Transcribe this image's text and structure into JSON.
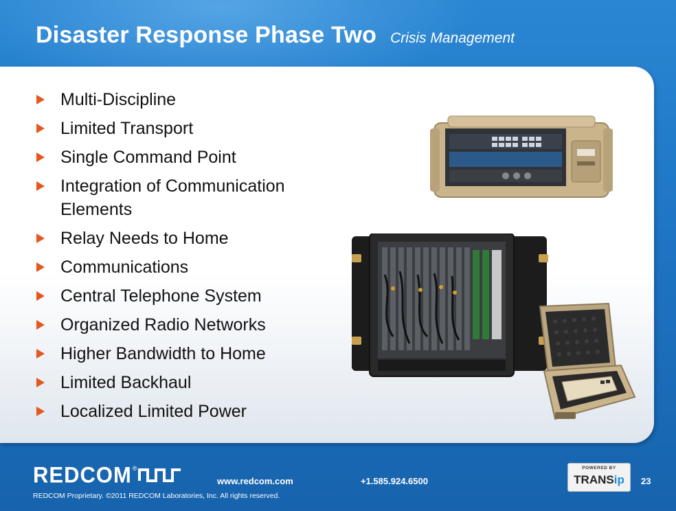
{
  "slide": {
    "title": "Disaster Response Phase Two",
    "subtitle": "Crisis Management",
    "bullets": [
      "Multi-Discipline",
      "Limited Transport",
      "Single Command Point",
      "Integration of Communication Elements",
      "Relay Needs to Home",
      "Communications",
      "Central Telephone System",
      "Organized Radio Networks",
      "Higher Bandwidth to Home",
      "Limited Backhaul",
      "Localized Limited Power"
    ]
  },
  "footer": {
    "logo": "REDCOM",
    "logo_mark": "®",
    "website": "www.redcom.com",
    "phone": "+1.585.924.6500",
    "page_number": "23",
    "copyright": "REDCOM Proprietary. ©2011 REDCOM Laboratories, Inc. All rights reserved.",
    "badge_top": "POWERED BY",
    "badge_main_a": "TRANS",
    "badge_main_b": "ip"
  },
  "colors": {
    "header_blue": "#1f77c6",
    "bullet_arrow": "#e6561d",
    "case_tan": "#c9b48c"
  },
  "icons": [
    "bullet-arrow-icon",
    "redcom-waveform-icon"
  ]
}
